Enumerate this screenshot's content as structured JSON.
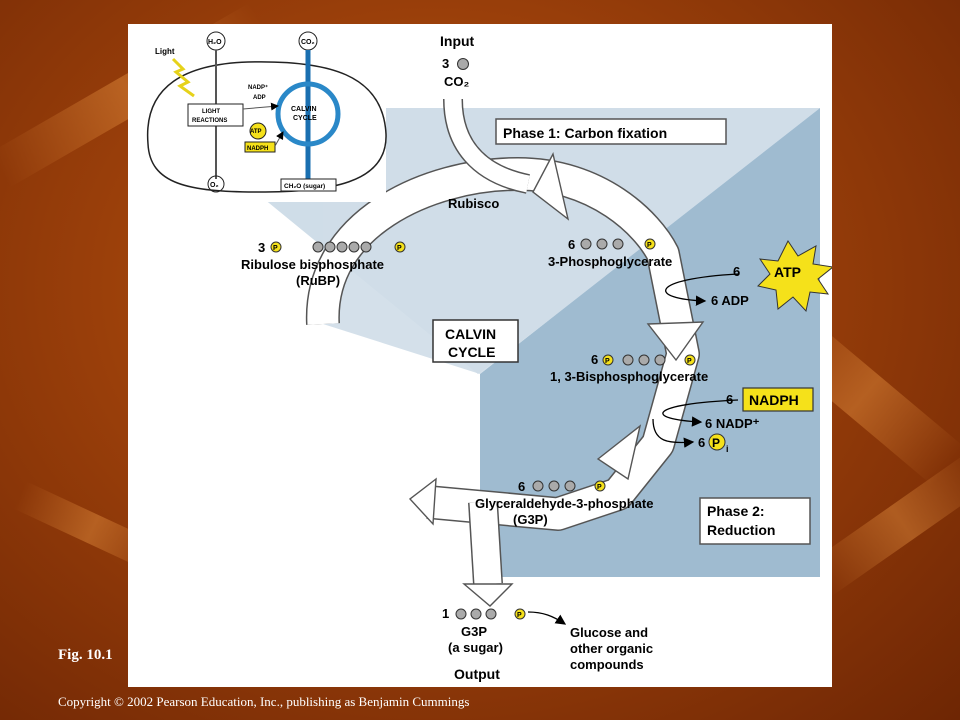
{
  "slide": {
    "figure_label": "Fig. 10.1",
    "copyright": "Copyright © 2002 Pearson Education, Inc., publishing as Benjamin Cummings"
  },
  "inset": {
    "light": "Light",
    "h2o": "H₂O",
    "co2": "CO₂",
    "o2": "O₂",
    "nadp": "NADP⁺",
    "adp": "ADP",
    "atp": "ATP",
    "nadph": "NADPH",
    "light_reactions_1": "LIGHT",
    "light_reactions_2": "REACTIONS",
    "calvin_1": "CALVIN",
    "calvin_2": "CYCLE",
    "sugar": "CH₂O (sugar)"
  },
  "input": {
    "title": "Input",
    "count": "3",
    "molecule": "CO₂"
  },
  "phase1": "Phase 1: Carbon fixation",
  "phase2_line1": "Phase 2:",
  "phase2_line2": "Reduction",
  "rubisco": "Rubisco",
  "rubp": {
    "count": "3",
    "name": "Ribulose bisphosphate",
    "abbr": "(RuBP)"
  },
  "pga": {
    "count": "6",
    "name": "3-Phosphoglycerate"
  },
  "atp_step": {
    "count": "6",
    "label": "ATP",
    "out": "6 ADP"
  },
  "calvin_box": {
    "line1": "CALVIN",
    "line2": "CYCLE"
  },
  "bpg": {
    "count": "6",
    "name": "1, 3-Bisphosphoglycerate"
  },
  "nadph_step": {
    "count": "6",
    "label": "NADPH",
    "out_nadp": "6 NADP⁺",
    "out_pi_count": "6",
    "pi_letter": "P",
    "pi_sub": "i"
  },
  "g3p": {
    "count": "6",
    "name": "Glyceraldehyde-3-phosphate",
    "abbr": "(G3P)"
  },
  "output": {
    "count": "1",
    "name": "G3P",
    "desc": "(a sugar)",
    "title": "Output",
    "product_1": "Glucose and",
    "product_2": "other organic",
    "product_3": "compounds"
  },
  "phosphate_letter": "P",
  "colors": {
    "light_blue": "#cfdde8",
    "medium_blue": "#9fbbd0",
    "cycle_blue": "#2a88c8",
    "atp_yellow": "#f5e11a",
    "bg_orange": "#b85a12"
  }
}
